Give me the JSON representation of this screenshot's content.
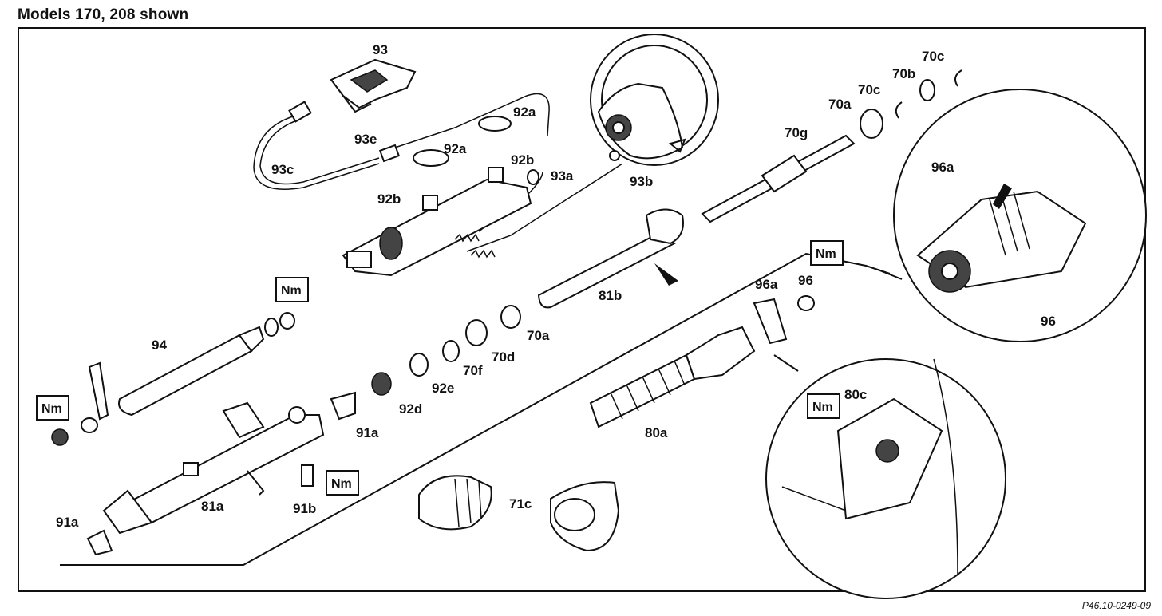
{
  "header": {
    "title": "Models 170, 208 shown"
  },
  "figure_ref": "P46.10-0249-09",
  "torque_label": "Nm",
  "labels": {
    "p93": "93",
    "p92a_1": "92a",
    "p93e": "93e",
    "p92a_2": "92a",
    "p92b_1": "92b",
    "p93c": "93c",
    "p92b_2": "92b",
    "p93a": "93a",
    "p93b": "93b",
    "p70g": "70g",
    "p70a_1": "70a",
    "p70c_1": "70c",
    "p70b": "70b",
    "p70c_2": "70c",
    "p96a_1": "96a",
    "p96_1": "96",
    "p81b_1": "81b",
    "p96a_2": "96a",
    "p96_2": "96",
    "p94": "94",
    "p70a_2": "70a",
    "p70d": "70d",
    "p70f": "70f",
    "p92e": "92e",
    "p92d": "92d",
    "p91a_1": "91a",
    "p80a": "80a",
    "p80c": "80c",
    "p81a": "81a",
    "p91b_2": "91b",
    "p71c": "71c",
    "p91a_2": "91a"
  }
}
